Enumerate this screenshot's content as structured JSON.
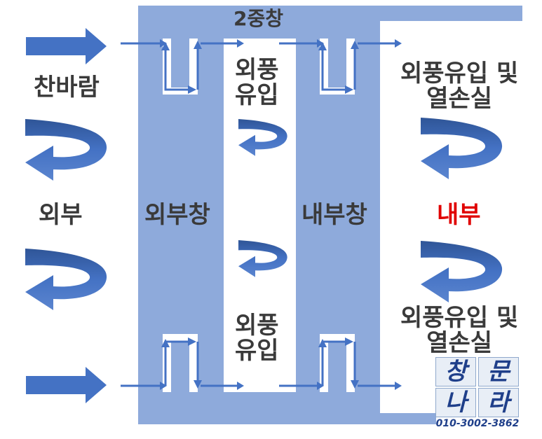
{
  "title": "2중창",
  "outside": {
    "wind": "찬바람",
    "label": "외부"
  },
  "windows": {
    "outer": "외부창",
    "inner": "내부창"
  },
  "gap_inflow": [
    "외풍",
    "유입"
  ],
  "inside": {
    "label": "내부",
    "loss_line1": "외풍유입 및",
    "loss_line2": "열손실"
  },
  "stamp": {
    "chars": [
      "창",
      "문",
      "나",
      "라"
    ],
    "phone": "010-3002-3862"
  },
  "colors": {
    "frame": "#8eaadb",
    "arrow": "#4472c4",
    "arrow_dark": "#2f5597",
    "label": "#3a3a3a",
    "highlight": "#e00000"
  }
}
